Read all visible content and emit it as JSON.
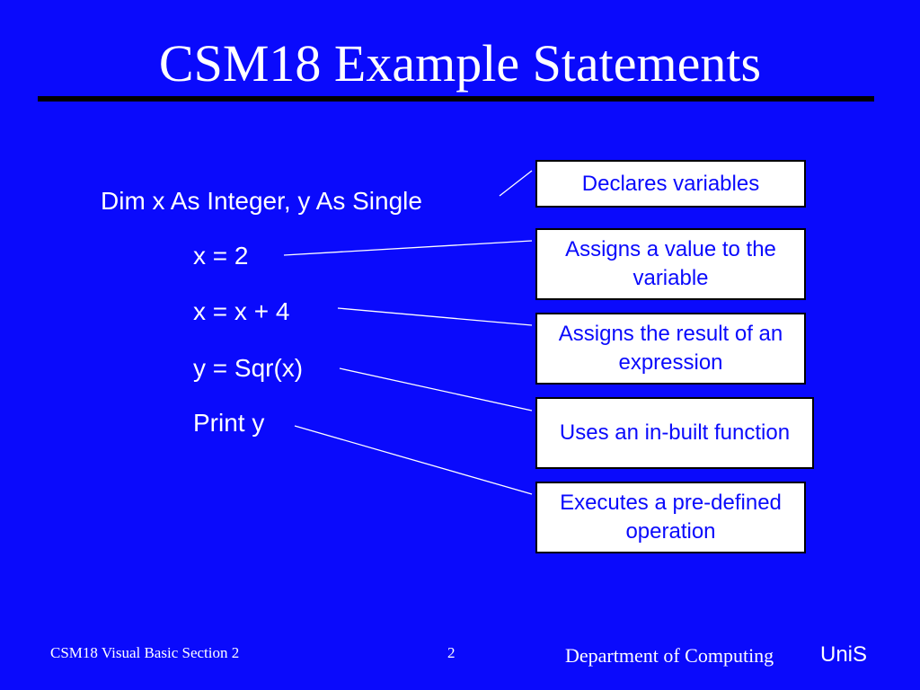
{
  "slide": {
    "title": "CSM18  Example Statements",
    "code_lines": [
      "Dim x As Integer, y As Single",
      "x = 2",
      "x = x + 4",
      "y = Sqr(x)",
      "Print y"
    ],
    "annotations": [
      "Declares variables",
      "Assigns a value to the variable",
      "Assigns the result of an expression",
      "Uses an in-built function",
      "Executes a pre-defined operation"
    ]
  },
  "footer": {
    "course": "CSM18 Visual Basic  Section 2",
    "page_number": "2",
    "department": "Department of Computing",
    "logo_text": "UniS"
  },
  "colors": {
    "background": "#0a0afc",
    "text": "#ffffff",
    "box_text": "#0a0afc",
    "rule": "#000000"
  }
}
